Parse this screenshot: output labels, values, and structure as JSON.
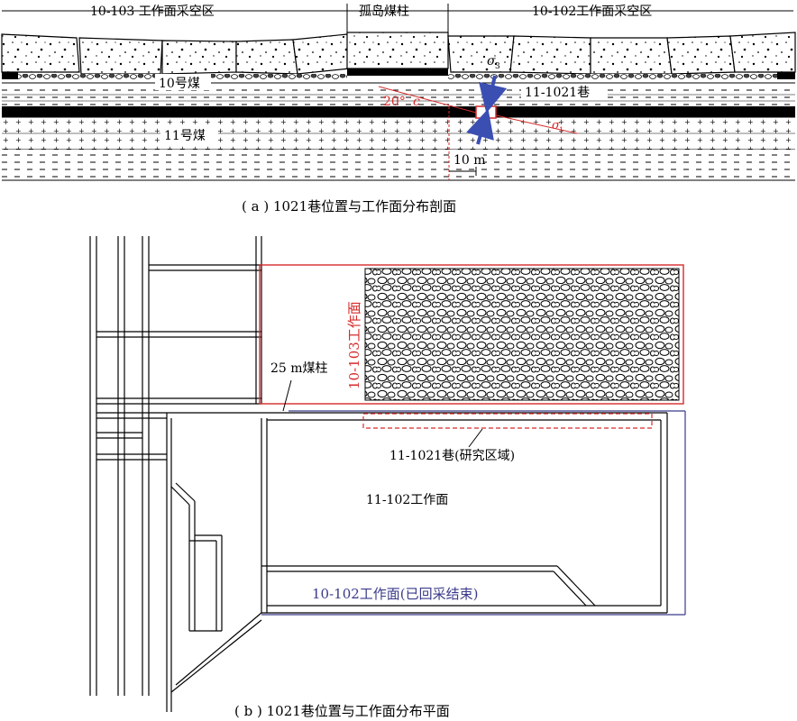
{
  "section_a": {
    "top_labels": {
      "goaf_10_103": "10-103 工作面采空区",
      "island_pillar": "孤岛煤柱",
      "goaf_10_102": "10-102工作面采空区"
    },
    "coal10": "10号煤",
    "coal11": "11号煤",
    "angle": "20°",
    "angle_c": "c",
    "roadway_label": "11-1021巷",
    "sigma3": "σ",
    "sigma3_sub": "3",
    "sigma1": "σ",
    "sigma1_sub": "1",
    "dist": "10 m",
    "caption": "( a ) 1021巷位置与工作面分布剖面"
  },
  "section_b": {
    "face_10_103": "10-103工作面",
    "pillar_25m": "25 m煤柱",
    "roadway_study": "11-1021巷(研究区域)",
    "face_11_102": "11-102工作面",
    "face_10_102": "10-102工作面(已回采结束)",
    "caption": "( b ) 1021巷位置与工作面分布平面"
  },
  "colors": {
    "red": "#d62b2b",
    "blue": "#3a3a8a",
    "roadway_blue": "#3b4fb3"
  }
}
